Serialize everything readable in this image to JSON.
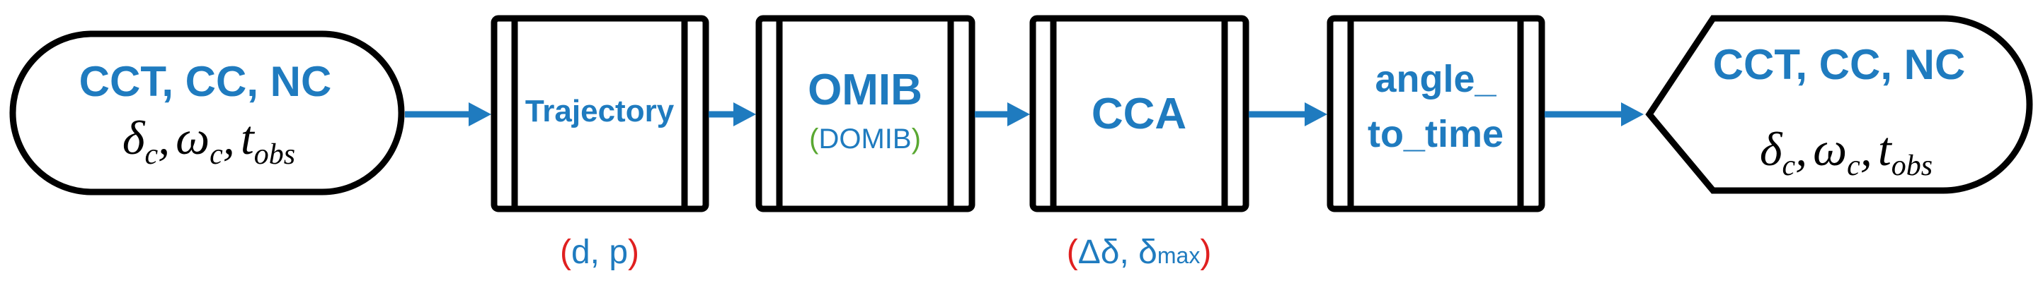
{
  "colors": {
    "blue": "#1f7bbf",
    "red": "#e02020",
    "green": "#5aa832",
    "black": "#000000"
  },
  "input": {
    "title": "CCT, CC, NC",
    "math": {
      "delta": "δ",
      "delta_sub": "c",
      "omega": "ω",
      "omega_sub": "c",
      "t": "t",
      "t_sub": "obs",
      "sep": ","
    }
  },
  "blocks": {
    "trajectory": {
      "label": "Trajectory",
      "params": {
        "open": "(",
        "close": ")",
        "text": "d, p"
      }
    },
    "omib": {
      "label": "OMIB",
      "sub_open": "(",
      "sub_text": "DOMIB",
      "sub_close": ")"
    },
    "cca": {
      "label": "CCA",
      "params": {
        "open": "(",
        "close": ")",
        "d1": "Δδ, δ",
        "d1_sub": "max"
      }
    },
    "angle_to_time": {
      "line1": "angle_",
      "line2": "to_time"
    }
  },
  "output": {
    "title": "CCT, CC, NC",
    "math": {
      "delta": "δ",
      "delta_sub": "c",
      "omega": "ω",
      "omega_sub": "c",
      "t": "t",
      "t_sub": "obs",
      "sep": ","
    }
  }
}
